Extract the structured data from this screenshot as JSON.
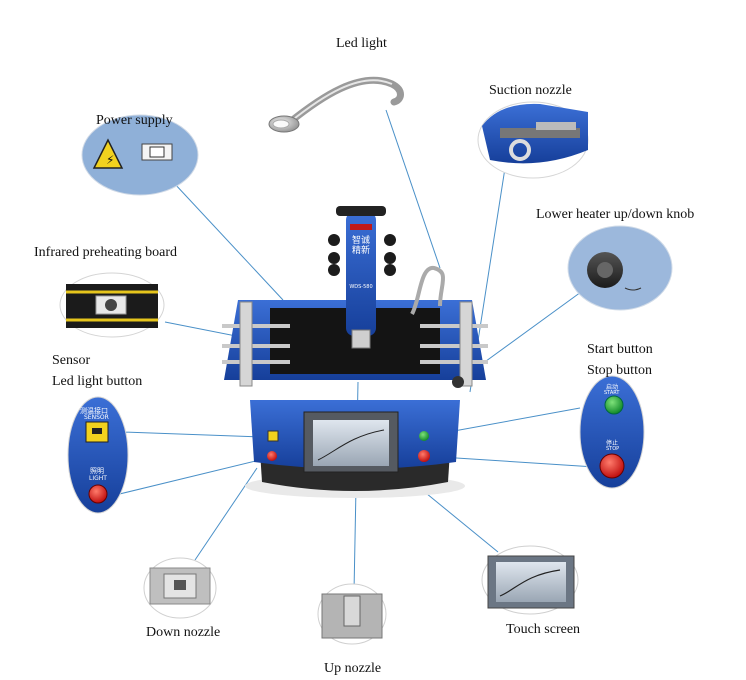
{
  "labels": {
    "led_light": "Led light",
    "suction_nozzle": "Suction nozzle",
    "power_supply": "Power supply",
    "lower_heater_knob": "Lower heater up/down knob",
    "infrared_preheating_board": "Infrared preheating board",
    "sensor": "Sensor",
    "led_light_button": "Led light button",
    "start_button": "Start button",
    "stop_button": "Stop button",
    "down_nozzle": "Down nozzle",
    "touch_screen": "Touch screen",
    "up_nozzle": "Up nozzle"
  },
  "machine_text": {
    "head_chars": "智诚精新",
    "head_model": "WDS-580",
    "sensor_panel_cn": "测温接口",
    "sensor_panel_en": "SENSOR",
    "light_panel_cn": "照明",
    "light_panel_en": "LIGHT",
    "start_cn": "启动",
    "start_en": "START",
    "stop_cn": "停止",
    "stop_en": "STOP"
  },
  "colors": {
    "machine_blue": "#1f4fb8",
    "leader_line": "#4a90c8",
    "stop_red": "#d81e1e",
    "start_green": "#1ea83a"
  }
}
